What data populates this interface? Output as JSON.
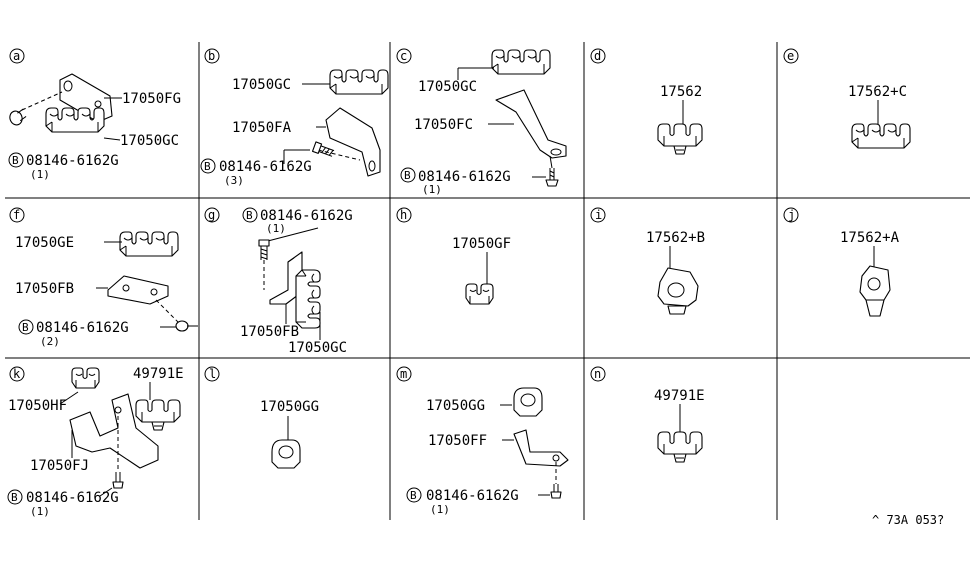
{
  "reference_code": "^ 73A 053?",
  "bolt_symbol": "B",
  "panels": [
    {
      "letter": "a",
      "labels": [
        {
          "id": "p1",
          "text": "17050FG"
        },
        {
          "id": "p2",
          "text": "17050GC"
        },
        {
          "id": "bolt",
          "text": "08146-6162G"
        },
        {
          "id": "qty",
          "text": "(1)"
        }
      ]
    },
    {
      "letter": "b",
      "labels": [
        {
          "id": "p1",
          "text": "17050GC"
        },
        {
          "id": "p2",
          "text": "17050FA"
        },
        {
          "id": "bolt",
          "text": "08146-6162G"
        },
        {
          "id": "qty",
          "text": "(3)"
        }
      ]
    },
    {
      "letter": "c",
      "labels": [
        {
          "id": "p1",
          "text": "17050GC"
        },
        {
          "id": "p2",
          "text": "17050FC"
        },
        {
          "id": "bolt",
          "text": "08146-6162G"
        },
        {
          "id": "qty",
          "text": "(1)"
        }
      ]
    },
    {
      "letter": "d",
      "labels": [
        {
          "id": "p1",
          "text": "17562"
        }
      ]
    },
    {
      "letter": "e",
      "labels": [
        {
          "id": "p1",
          "text": "17562+C"
        }
      ]
    },
    {
      "letter": "f",
      "labels": [
        {
          "id": "p1",
          "text": "17050GE"
        },
        {
          "id": "p2",
          "text": "17050FB"
        },
        {
          "id": "bolt",
          "text": "08146-6162G"
        },
        {
          "id": "qty",
          "text": "(2)"
        }
      ]
    },
    {
      "letter": "g",
      "labels": [
        {
          "id": "bolt",
          "text": "08146-6162G"
        },
        {
          "id": "qty",
          "text": "(1)"
        },
        {
          "id": "p1",
          "text": "17050FB"
        },
        {
          "id": "p2",
          "text": "17050GC"
        }
      ]
    },
    {
      "letter": "h",
      "labels": [
        {
          "id": "p1",
          "text": "17050GF"
        }
      ]
    },
    {
      "letter": "i",
      "labels": [
        {
          "id": "p1",
          "text": "17562+B"
        }
      ]
    },
    {
      "letter": "j",
      "labels": [
        {
          "id": "p1",
          "text": "17562+A"
        }
      ]
    },
    {
      "letter": "k",
      "labels": [
        {
          "id": "p1",
          "text": "17050HF"
        },
        {
          "id": "p2",
          "text": "49791E"
        },
        {
          "id": "p3",
          "text": "17050FJ"
        },
        {
          "id": "bolt",
          "text": "08146-6162G"
        },
        {
          "id": "qty",
          "text": "(1)"
        }
      ]
    },
    {
      "letter": "l",
      "labels": [
        {
          "id": "p1",
          "text": "17050GG"
        }
      ]
    },
    {
      "letter": "m",
      "labels": [
        {
          "id": "p1",
          "text": "17050GG"
        },
        {
          "id": "p2",
          "text": "17050FF"
        },
        {
          "id": "bolt",
          "text": "08146-6162G"
        },
        {
          "id": "qty",
          "text": "(1)"
        }
      ]
    },
    {
      "letter": "n",
      "labels": [
        {
          "id": "p1",
          "text": "49791E"
        }
      ]
    }
  ]
}
